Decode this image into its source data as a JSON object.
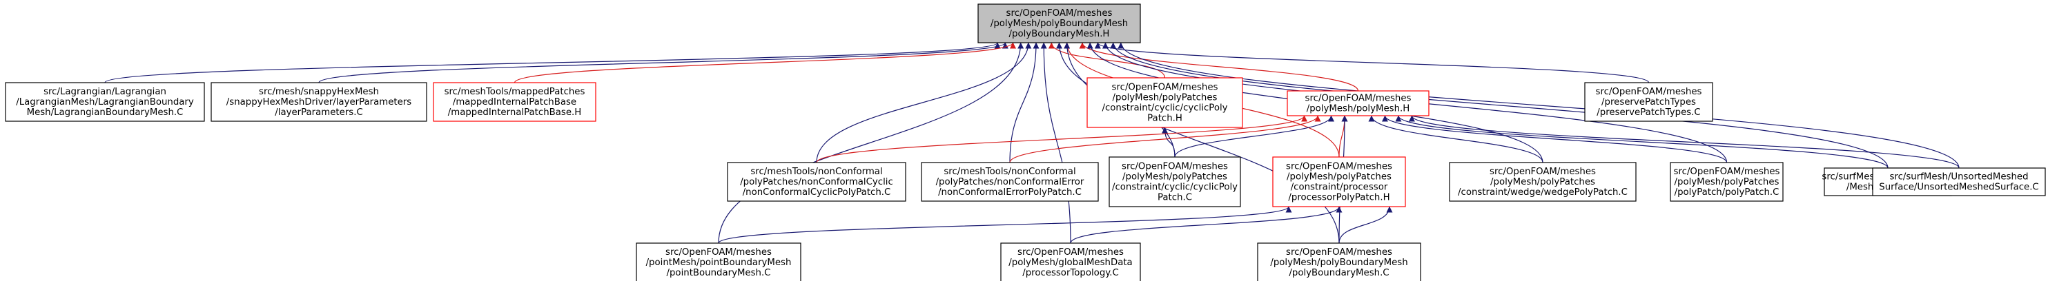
{
  "colors": {
    "edge": "#191970",
    "edge_red": "#d61c1c",
    "border_black": "#000000",
    "border_red": "#ff0000",
    "root_fill": "#bfbfbf",
    "node_fill": "#ffffff"
  },
  "nodes": {
    "root": {
      "lines": [
        "src/OpenFOAM/meshes",
        "/polyMesh/polyBoundaryMesh",
        "/polyBoundaryMesh.H"
      ],
      "border": "black",
      "fill": "root"
    },
    "lagr": {
      "lines": [
        "src/Lagrangian/Lagrangian",
        "/LagrangianMesh/LagrangianBoundary",
        "Mesh/LagrangianBoundaryMesh.C"
      ],
      "border": "black"
    },
    "snappy": {
      "lines": [
        "src/mesh/snappyHexMesh",
        "/snappyHexMeshDriver/layerParameters",
        "/layerParameters.C"
      ],
      "border": "black"
    },
    "mapped": {
      "lines": [
        "src/meshTools/mappedPatches",
        "/mappedInternalPatchBase",
        "/mappedInternalPatchBase.H"
      ],
      "border": "red"
    },
    "cyclicH": {
      "lines": [
        "src/OpenFOAM/meshes",
        "/polyMesh/polyPatches",
        "/constraint/cyclic/cyclicPoly",
        "Patch.H"
      ],
      "border": "red"
    },
    "polyMeshH": {
      "lines": [
        "src/OpenFOAM/meshes",
        "/polyMesh/polyMesh.H"
      ],
      "border": "red"
    },
    "preserve": {
      "lines": [
        "src/OpenFOAM/meshes",
        "/preservePatchTypes",
        "/preservePatchTypes.C"
      ],
      "border": "black"
    },
    "ncCyclic": {
      "lines": [
        "src/meshTools/nonConformal",
        "/polyPatches/nonConformalCyclic",
        "/nonConformalCyclicPolyPatch.C"
      ],
      "border": "black"
    },
    "ncError": {
      "lines": [
        "src/meshTools/nonConformal",
        "/polyPatches/nonConformalError",
        "/nonConformalErrorPolyPatch.C"
      ],
      "border": "black"
    },
    "cyclicC": {
      "lines": [
        "src/OpenFOAM/meshes",
        "/polyMesh/polyPatches",
        "/constraint/cyclic/cyclicPoly",
        "Patch.C"
      ],
      "border": "black"
    },
    "procH": {
      "lines": [
        "src/OpenFOAM/meshes",
        "/polyMesh/polyPatches",
        "/constraint/processor",
        "/processorPolyPatch.H"
      ],
      "border": "red"
    },
    "wedge": {
      "lines": [
        "src/OpenFOAM/meshes",
        "/polyMesh/polyPatches",
        "/constraint/wedge/wedgePolyPatch.C"
      ],
      "border": "black"
    },
    "polyPatchC": {
      "lines": [
        "src/OpenFOAM/meshes",
        "/polyMesh/polyPatches",
        "/polyPatch/polyPatch.C"
      ],
      "border": "black"
    },
    "meshedSurf": {
      "lines": [
        "src/surfMesh/MeshedSurface",
        "/MeshedSurface.C"
      ],
      "border": "black"
    },
    "unsorted": {
      "lines": [
        "src/surfMesh/UnsortedMeshed",
        "Surface/UnsortedMeshedSurface.C"
      ],
      "border": "black"
    },
    "pointBM": {
      "lines": [
        "src/OpenFOAM/meshes",
        "/pointMesh/pointBoundaryMesh",
        "/pointBoundaryMesh.C"
      ],
      "border": "black"
    },
    "procTopo": {
      "lines": [
        "src/OpenFOAM/meshes",
        "/polyMesh/globalMeshData",
        "/processorTopology.C"
      ],
      "border": "black"
    },
    "polyBMC": {
      "lines": [
        "src/OpenFOAM/meshes",
        "/polyMesh/polyBoundaryMesh",
        "/polyBoundaryMesh.C"
      ],
      "border": "black"
    }
  },
  "edges": [
    {
      "from": "lagr",
      "to": "root"
    },
    {
      "from": "snappy",
      "to": "root"
    },
    {
      "from": "mapped",
      "to": "root",
      "color": "red"
    },
    {
      "from": "cyclicH",
      "to": "root",
      "color": "red"
    },
    {
      "from": "polyMeshH",
      "to": "root",
      "color": "red"
    },
    {
      "from": "preserve",
      "to": "root"
    },
    {
      "from": "ncCyclic",
      "to": "root"
    },
    {
      "from": "ncError",
      "to": "root"
    },
    {
      "from": "cyclicC",
      "to": "root"
    },
    {
      "from": "procH",
      "to": "root",
      "color": "red"
    },
    {
      "from": "wedge",
      "to": "root"
    },
    {
      "from": "polyPatchC",
      "to": "root"
    },
    {
      "from": "meshedSurf",
      "to": "root"
    },
    {
      "from": "unsorted",
      "to": "root"
    },
    {
      "from": "pointBM",
      "to": "root"
    },
    {
      "from": "procTopo",
      "to": "root"
    },
    {
      "from": "polyBMC",
      "to": "root"
    },
    {
      "from": "cyclicC",
      "to": "cyclicH"
    },
    {
      "from": "ncCyclic",
      "to": "polyMeshH",
      "color": "red"
    },
    {
      "from": "ncError",
      "to": "polyMeshH",
      "color": "red"
    },
    {
      "from": "cyclicC",
      "to": "polyMeshH"
    },
    {
      "from": "procH",
      "to": "polyMeshH",
      "color": "red"
    },
    {
      "from": "wedge",
      "to": "polyMeshH"
    },
    {
      "from": "polyPatchC",
      "to": "polyMeshH"
    },
    {
      "from": "meshedSurf",
      "to": "polyMeshH"
    },
    {
      "from": "unsorted",
      "to": "polyMeshH"
    },
    {
      "from": "polyBMC",
      "to": "polyMeshH"
    },
    {
      "from": "pointBM",
      "to": "procH"
    },
    {
      "from": "procTopo",
      "to": "procH"
    },
    {
      "from": "polyBMC",
      "to": "procH"
    }
  ]
}
